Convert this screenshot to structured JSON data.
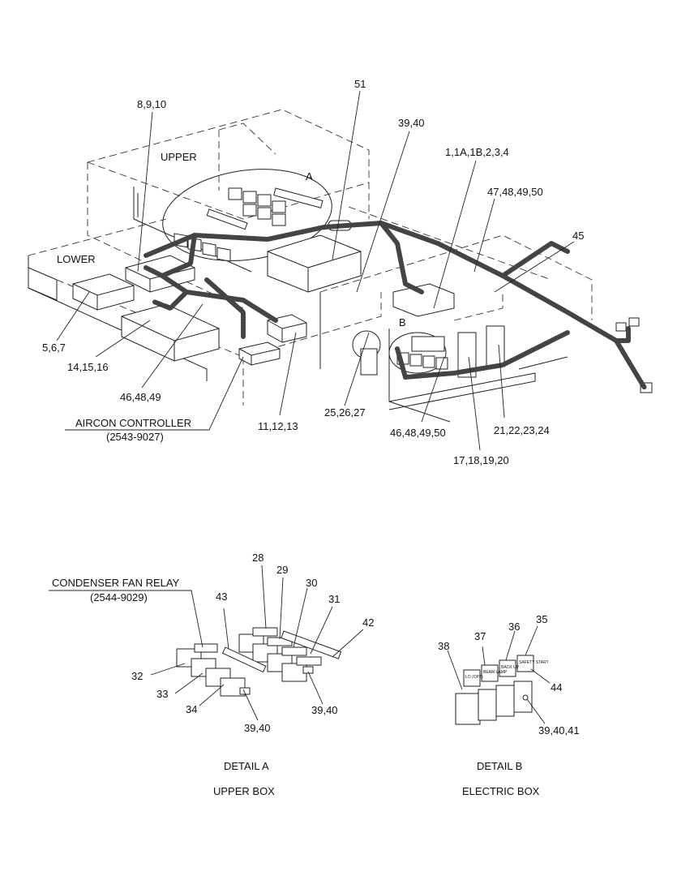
{
  "sections": {
    "upper": "UPPER",
    "lower": "LOWER",
    "detail_a_marker": "A",
    "detail_b_marker": "B"
  },
  "callouts": {
    "c51": "51",
    "c8_9_10": "8,9,10",
    "c39_40_top": "39,40",
    "c1_4": "1,1A,1B,2,3,4",
    "c47_50": "47,48,49,50",
    "c45": "45",
    "c5_7": "5,6,7",
    "c14_16": "14,15,16",
    "c46_48_49": "46,48,49",
    "c11_13": "11,12,13",
    "c25_27": "25,26,27",
    "c46_50": "46,48,49,50",
    "c21_24": "21,22,23,24",
    "c17_20": "17,18,19,20",
    "c28": "28",
    "c29": "29",
    "c30": "30",
    "c31": "31",
    "c42": "42",
    "c43": "43",
    "c32": "32",
    "c33": "33",
    "c34": "34",
    "c39_40_a1": "39,40",
    "c39_40_a2": "39,40",
    "c35": "35",
    "c36": "36",
    "c37": "37",
    "c38": "38",
    "c44": "44",
    "c39_40_41": "39,40,41"
  },
  "aircon": {
    "label": "AIRCON CONTROLLER",
    "part": "(2543-9027)"
  },
  "condenser": {
    "label": "CONDENSER FAN RELAY",
    "part": "(2544-9029)"
  },
  "detail_a": {
    "title": "DETAIL A",
    "subtitle": "UPPER BOX"
  },
  "detail_b": {
    "title": "DETAIL B",
    "subtitle": "ELECTRIC BOX"
  },
  "relay_tags_b": [
    "LO (OPT)",
    "BEAM LAMP",
    "BACK UP",
    "SAFETY START"
  ]
}
